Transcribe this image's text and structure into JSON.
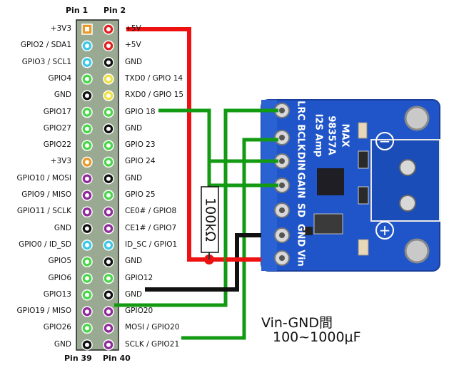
{
  "header": {
    "pin1": "Pin 1",
    "pin2": "Pin 2",
    "pin39": "Pin 39",
    "pin40": "Pin 40"
  },
  "colors": {
    "header_fill": "#9aaa92",
    "power33": "#e89a2a",
    "power5": "#e02020",
    "ground": "#111111",
    "i2c": "#3ec8e8",
    "gpio": "#49d649",
    "uart": "#f0e040",
    "spi": "#8e2a9a",
    "wire_red": "#ee1111",
    "wire_green": "#139a13",
    "wire_black": "#111111",
    "board": "#1f55c8"
  },
  "pins_left": [
    {
      "label": "+3V3",
      "color": "power33",
      "square": true
    },
    {
      "label": "GPIO2 / SDA1",
      "color": "i2c"
    },
    {
      "label": "GPIO3 / SCL1",
      "color": "i2c"
    },
    {
      "label": "GPIO4",
      "color": "gpio"
    },
    {
      "label": "GND",
      "color": "ground"
    },
    {
      "label": "GPIO17",
      "color": "gpio"
    },
    {
      "label": "GPIO27",
      "color": "gpio"
    },
    {
      "label": "GPIO22",
      "color": "gpio"
    },
    {
      "label": "+3V3",
      "color": "power33"
    },
    {
      "label": "GPIO10 / MOSI",
      "color": "spi"
    },
    {
      "label": "GPIO9 / MISO",
      "color": "spi"
    },
    {
      "label": "GPIO11 / SCLK",
      "color": "spi"
    },
    {
      "label": "GND",
      "color": "ground"
    },
    {
      "label": "GPIO0 / ID_SD",
      "color": "i2c"
    },
    {
      "label": "GPIO5",
      "color": "gpio"
    },
    {
      "label": "GPIO6",
      "color": "gpio"
    },
    {
      "label": "GPIO13",
      "color": "gpio"
    },
    {
      "label": "GPIO19 / MISO",
      "color": "spi"
    },
    {
      "label": "GPIO26",
      "color": "gpio"
    },
    {
      "label": "GND",
      "color": "ground"
    }
  ],
  "pins_right": [
    {
      "label": "+5V",
      "color": "power5"
    },
    {
      "label": "+5V",
      "color": "power5"
    },
    {
      "label": "GND",
      "color": "ground"
    },
    {
      "label": "TXD0 / GPIO 14",
      "color": "uart"
    },
    {
      "label": "RXD0 / GPIO 15",
      "color": "uart"
    },
    {
      "label": "GPIO 18",
      "color": "gpio"
    },
    {
      "label": "GND",
      "color": "ground"
    },
    {
      "label": "GPIO 23",
      "color": "gpio"
    },
    {
      "label": "GPIO 24",
      "color": "gpio"
    },
    {
      "label": "GND",
      "color": "ground"
    },
    {
      "label": "GPIO 25",
      "color": "gpio"
    },
    {
      "label": "CE0# / GPIO8",
      "color": "spi"
    },
    {
      "label": "CE1# / GPIO7",
      "color": "spi"
    },
    {
      "label": "ID_SC / GPIO1",
      "color": "i2c"
    },
    {
      "label": "GND",
      "color": "ground"
    },
    {
      "label": "GPIO12",
      "color": "gpio"
    },
    {
      "label": "GND",
      "color": "ground"
    },
    {
      "label": "GPIO20",
      "color": "spi"
    },
    {
      "label": "MOSI / GPIO20",
      "color": "spi"
    },
    {
      "label": "SCLK / GPIO21",
      "color": "spi"
    }
  ],
  "resistor_label": "100kΩ",
  "module": {
    "pins": [
      "LRC",
      "BCLK",
      "DIN",
      "GAIN",
      "SD",
      "GND",
      "Vin"
    ],
    "title_lines": [
      "MAX",
      "98357A",
      "I2S Amp"
    ],
    "minus": "−",
    "plus": "+"
  },
  "note": {
    "line1": "Vin-GND間",
    "line2": "100~1000μF"
  }
}
